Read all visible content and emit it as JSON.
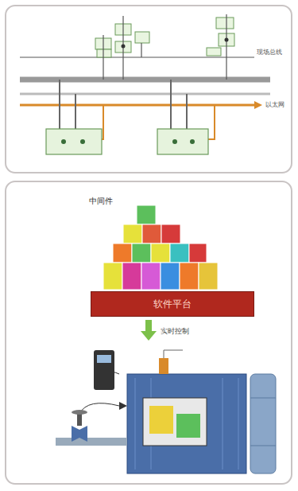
{
  "diagram": {
    "nodes": [
      {
        "text": [
          "软件平台"
        ]
      }
    ],
    "labels": [
      "中间件",
      "实时控制",
      "现场总线",
      "以太网"
    ]
  }
}
